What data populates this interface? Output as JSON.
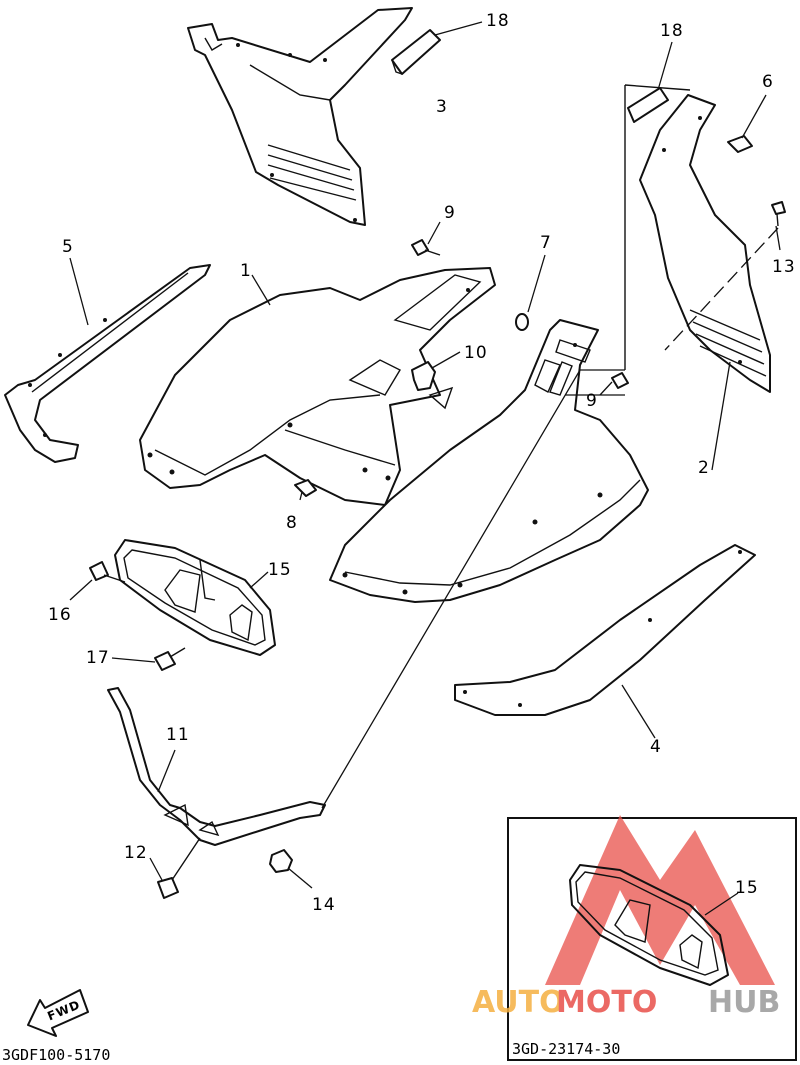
{
  "diagram": {
    "callouts": [
      {
        "id": "c1",
        "text": "1"
      },
      {
        "id": "c2",
        "text": "2"
      },
      {
        "id": "c3",
        "text": "3"
      },
      {
        "id": "c4",
        "text": "4"
      },
      {
        "id": "c5",
        "text": "5"
      },
      {
        "id": "c6",
        "text": "6"
      },
      {
        "id": "c7",
        "text": "7"
      },
      {
        "id": "c8",
        "text": "8"
      },
      {
        "id": "c9a",
        "text": "9"
      },
      {
        "id": "c9b",
        "text": "9"
      },
      {
        "id": "c10",
        "text": "10"
      },
      {
        "id": "c11",
        "text": "11"
      },
      {
        "id": "c12",
        "text": "12"
      },
      {
        "id": "c13",
        "text": "13"
      },
      {
        "id": "c14",
        "text": "14"
      },
      {
        "id": "c15",
        "text": "15"
      },
      {
        "id": "c15b",
        "text": "15"
      },
      {
        "id": "c16",
        "text": "16"
      },
      {
        "id": "c17",
        "text": "17"
      },
      {
        "id": "c18a",
        "text": "18"
      },
      {
        "id": "c18b",
        "text": "18"
      }
    ],
    "fwd_label": "FWD",
    "figure_code": "3GDF100-5170",
    "inset_code": "3GD-23174-30"
  },
  "watermark": {
    "part1": "AUTO",
    "part2": "MOTO",
    "part3": "HUB",
    "color1": "#f5b041",
    "color2": "#e8504a",
    "color3": "#9a9a9a",
    "logo_color": "#e8504a"
  }
}
